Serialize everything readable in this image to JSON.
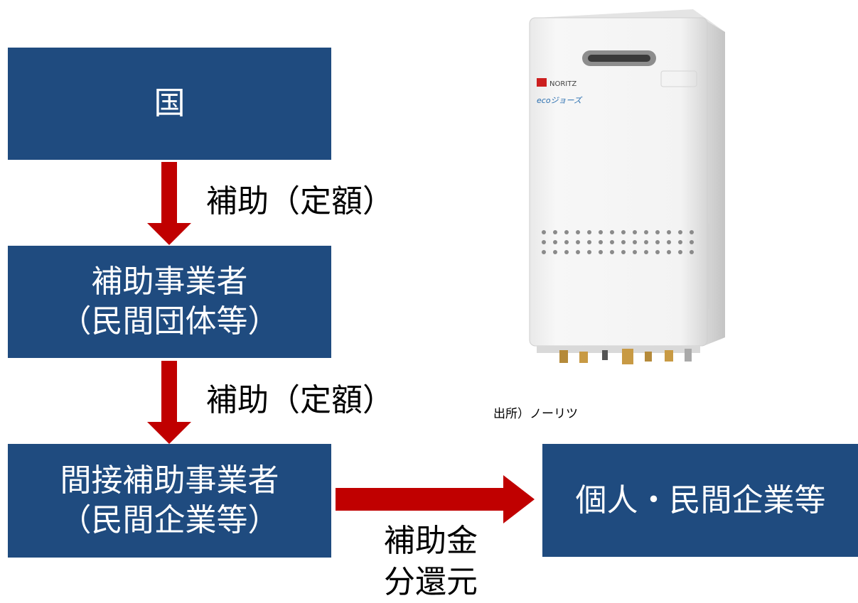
{
  "flow": {
    "country": {
      "line1": "国"
    },
    "subsidy_label_1": "補助（定額）",
    "operator": {
      "line1": "補助事業者",
      "line2": "（民間団体等）"
    },
    "subsidy_label_2": "補助（定額）",
    "indirect": {
      "line1": "間接補助事業者",
      "line2": "（民間企業等）"
    },
    "return_label": {
      "line1": "補助金",
      "line2": "分還元"
    },
    "recipient": {
      "line1": "個人・民間企業等"
    }
  },
  "product": {
    "brand": "NORITZ",
    "series": "ecoジョーズ",
    "caption": "出所）ノーリツ"
  },
  "colors": {
    "box_fill": "#1f4b7f",
    "arrow_fill": "#c00000"
  },
  "icons": {
    "arrow": "arrow-icon",
    "water_heater": "water-heater-image"
  }
}
